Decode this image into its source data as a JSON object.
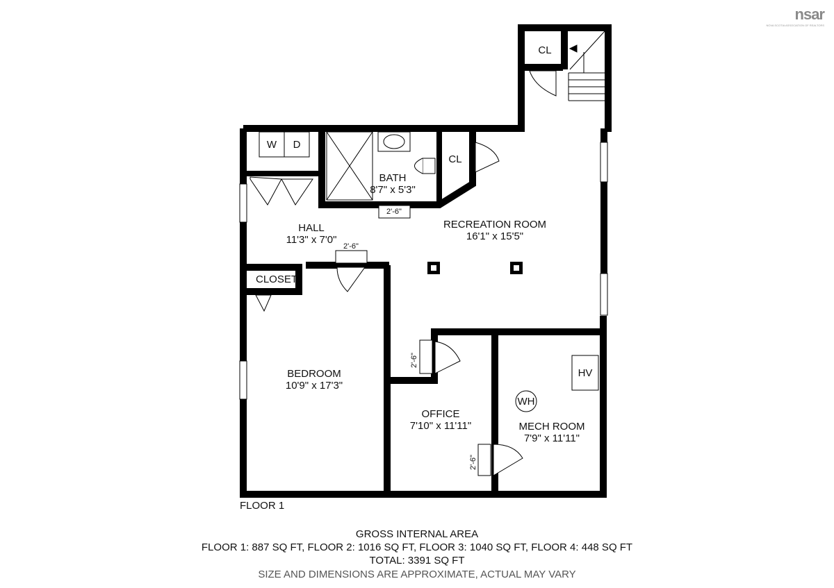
{
  "brand": {
    "logo_text": "nsar",
    "logo_subtext": "NOVA SCOTIA ASSOCIATION OF REALTORS"
  },
  "rooms": {
    "bath": {
      "name": "BATH",
      "dims": "8'7\" x 5'3\""
    },
    "hall": {
      "name": "HALL",
      "dims": "11'3\" x 7'0\""
    },
    "recreation": {
      "name": "RECREATION ROOM",
      "dims": "16'1\" x 15'5\""
    },
    "bedroom": {
      "name": "BEDROOM",
      "dims": "10'9\" x 17'3\""
    },
    "office": {
      "name": "OFFICE",
      "dims": "7'10\" x 11'11\""
    },
    "mech": {
      "name": "MECH ROOM",
      "dims": "7'9\" x 11'11\""
    }
  },
  "fixtures": {
    "washer": "W",
    "dryer": "D",
    "closet_top": "CL",
    "closet_rec": "CL",
    "closet_bed": "CLOSET",
    "heat": "HV",
    "water_heater": "WH"
  },
  "door_widths": {
    "bath": "2'-6\"",
    "hall": "2'-6\"",
    "office": "2'-6\"",
    "mech": "2'-6\""
  },
  "floor_label": "FLOOR 1",
  "footer": {
    "title": "GROSS INTERNAL AREA",
    "floors": "FLOOR 1: 887 SQ FT, FLOOR 2: 1016 SQ FT, FLOOR 3: 1040 SQ FT, FLOOR 4: 448 SQ FT",
    "total": "TOTAL: 3391 SQ FT",
    "disclaimer": "SIZE AND DIMENSIONS ARE APPROXIMATE, ACTUAL MAY VARY"
  },
  "colors": {
    "wall": "#000000",
    "window": "#ffffff",
    "disclaimer": "#555555",
    "logo": "#8a8a8a"
  }
}
